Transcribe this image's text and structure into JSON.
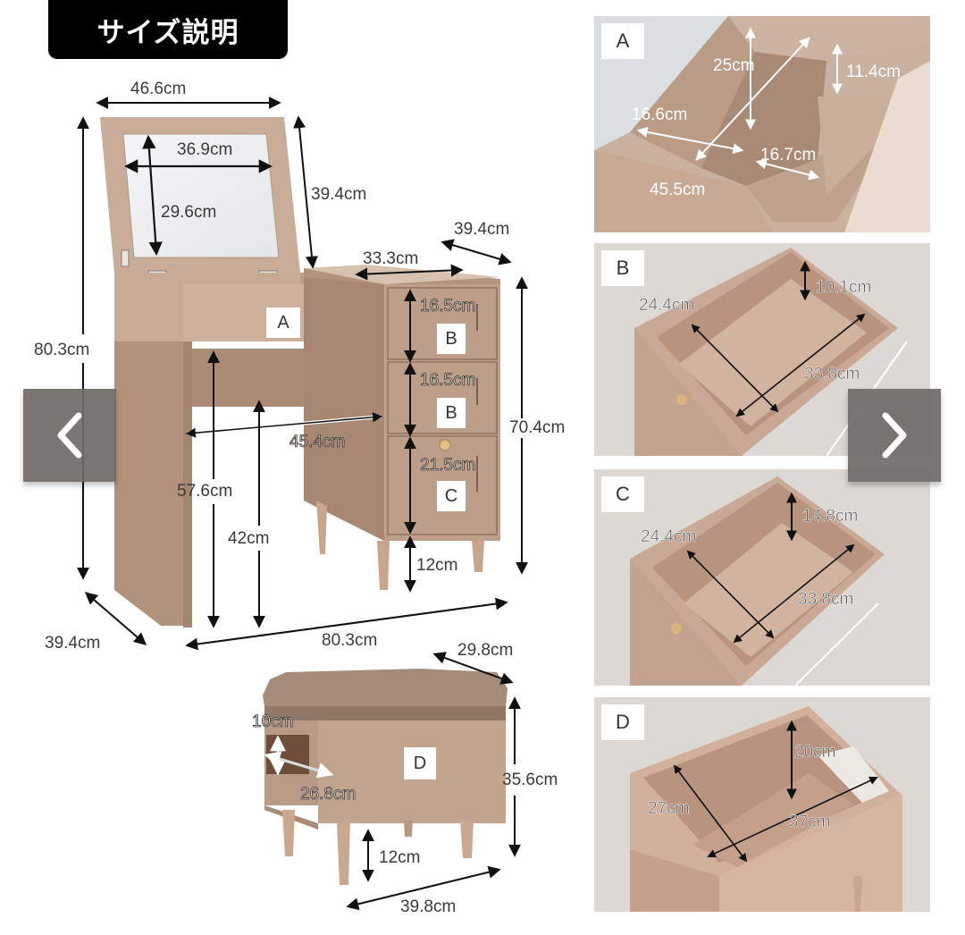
{
  "header": {
    "title": "サイズ説明"
  },
  "colors": {
    "wood": "#b99a84",
    "wood_light": "#d8c2b0",
    "wood_dark": "#9c7f6a",
    "mirror": "#eef0f2",
    "floor": "#dcdad6",
    "nav_bg": "#6e6a67",
    "badge_bg": "#000000"
  },
  "vanity": {
    "labels": {
      "compartment_a": "A",
      "drawer_b1": "B",
      "drawer_b2": "B",
      "drawer_c": "C"
    },
    "dimensions": {
      "lid_width": "46.6cm",
      "mirror_width": "36.9cm",
      "mirror_height": "29.6cm",
      "lid_height": "39.4cm",
      "chest_depth": "39.4cm",
      "chest_width": "33.3cm",
      "drawer_b1_height": "16.5cm",
      "drawer_b2_height": "16.5cm",
      "drawer_c_height": "21.5cm",
      "chest_height": "70.4cm",
      "chest_leg_height": "12cm",
      "total_height": "80.3cm",
      "knee_width": "45.4cm",
      "desk_height": "57.6cm",
      "knee_clearance": "42cm",
      "total_width": "80.3cm",
      "desk_depth": "39.4cm"
    }
  },
  "stool": {
    "label": "D",
    "dimensions": {
      "depth": "29.8cm",
      "opening_height": "10cm",
      "opening_width": "26.8cm",
      "height": "35.6cm",
      "leg_height": "12cm",
      "width": "39.8cm"
    }
  },
  "thumbnails": [
    {
      "label": "A",
      "dims": [
        "25cm",
        "11.4cm",
        "16.6cm",
        "16.7cm",
        "45.5cm"
      ]
    },
    {
      "label": "B",
      "dims": [
        "10.1cm",
        "24.4cm",
        "33.8cm"
      ]
    },
    {
      "label": "C",
      "dims": [
        "14.8cm",
        "24.4cm",
        "33.8cm"
      ]
    },
    {
      "label": "D",
      "dims": [
        "20cm",
        "27cm",
        "37cm"
      ]
    }
  ],
  "navigation": {
    "prev_icon": "chevron-left-icon",
    "next_icon": "chevron-right-icon"
  }
}
